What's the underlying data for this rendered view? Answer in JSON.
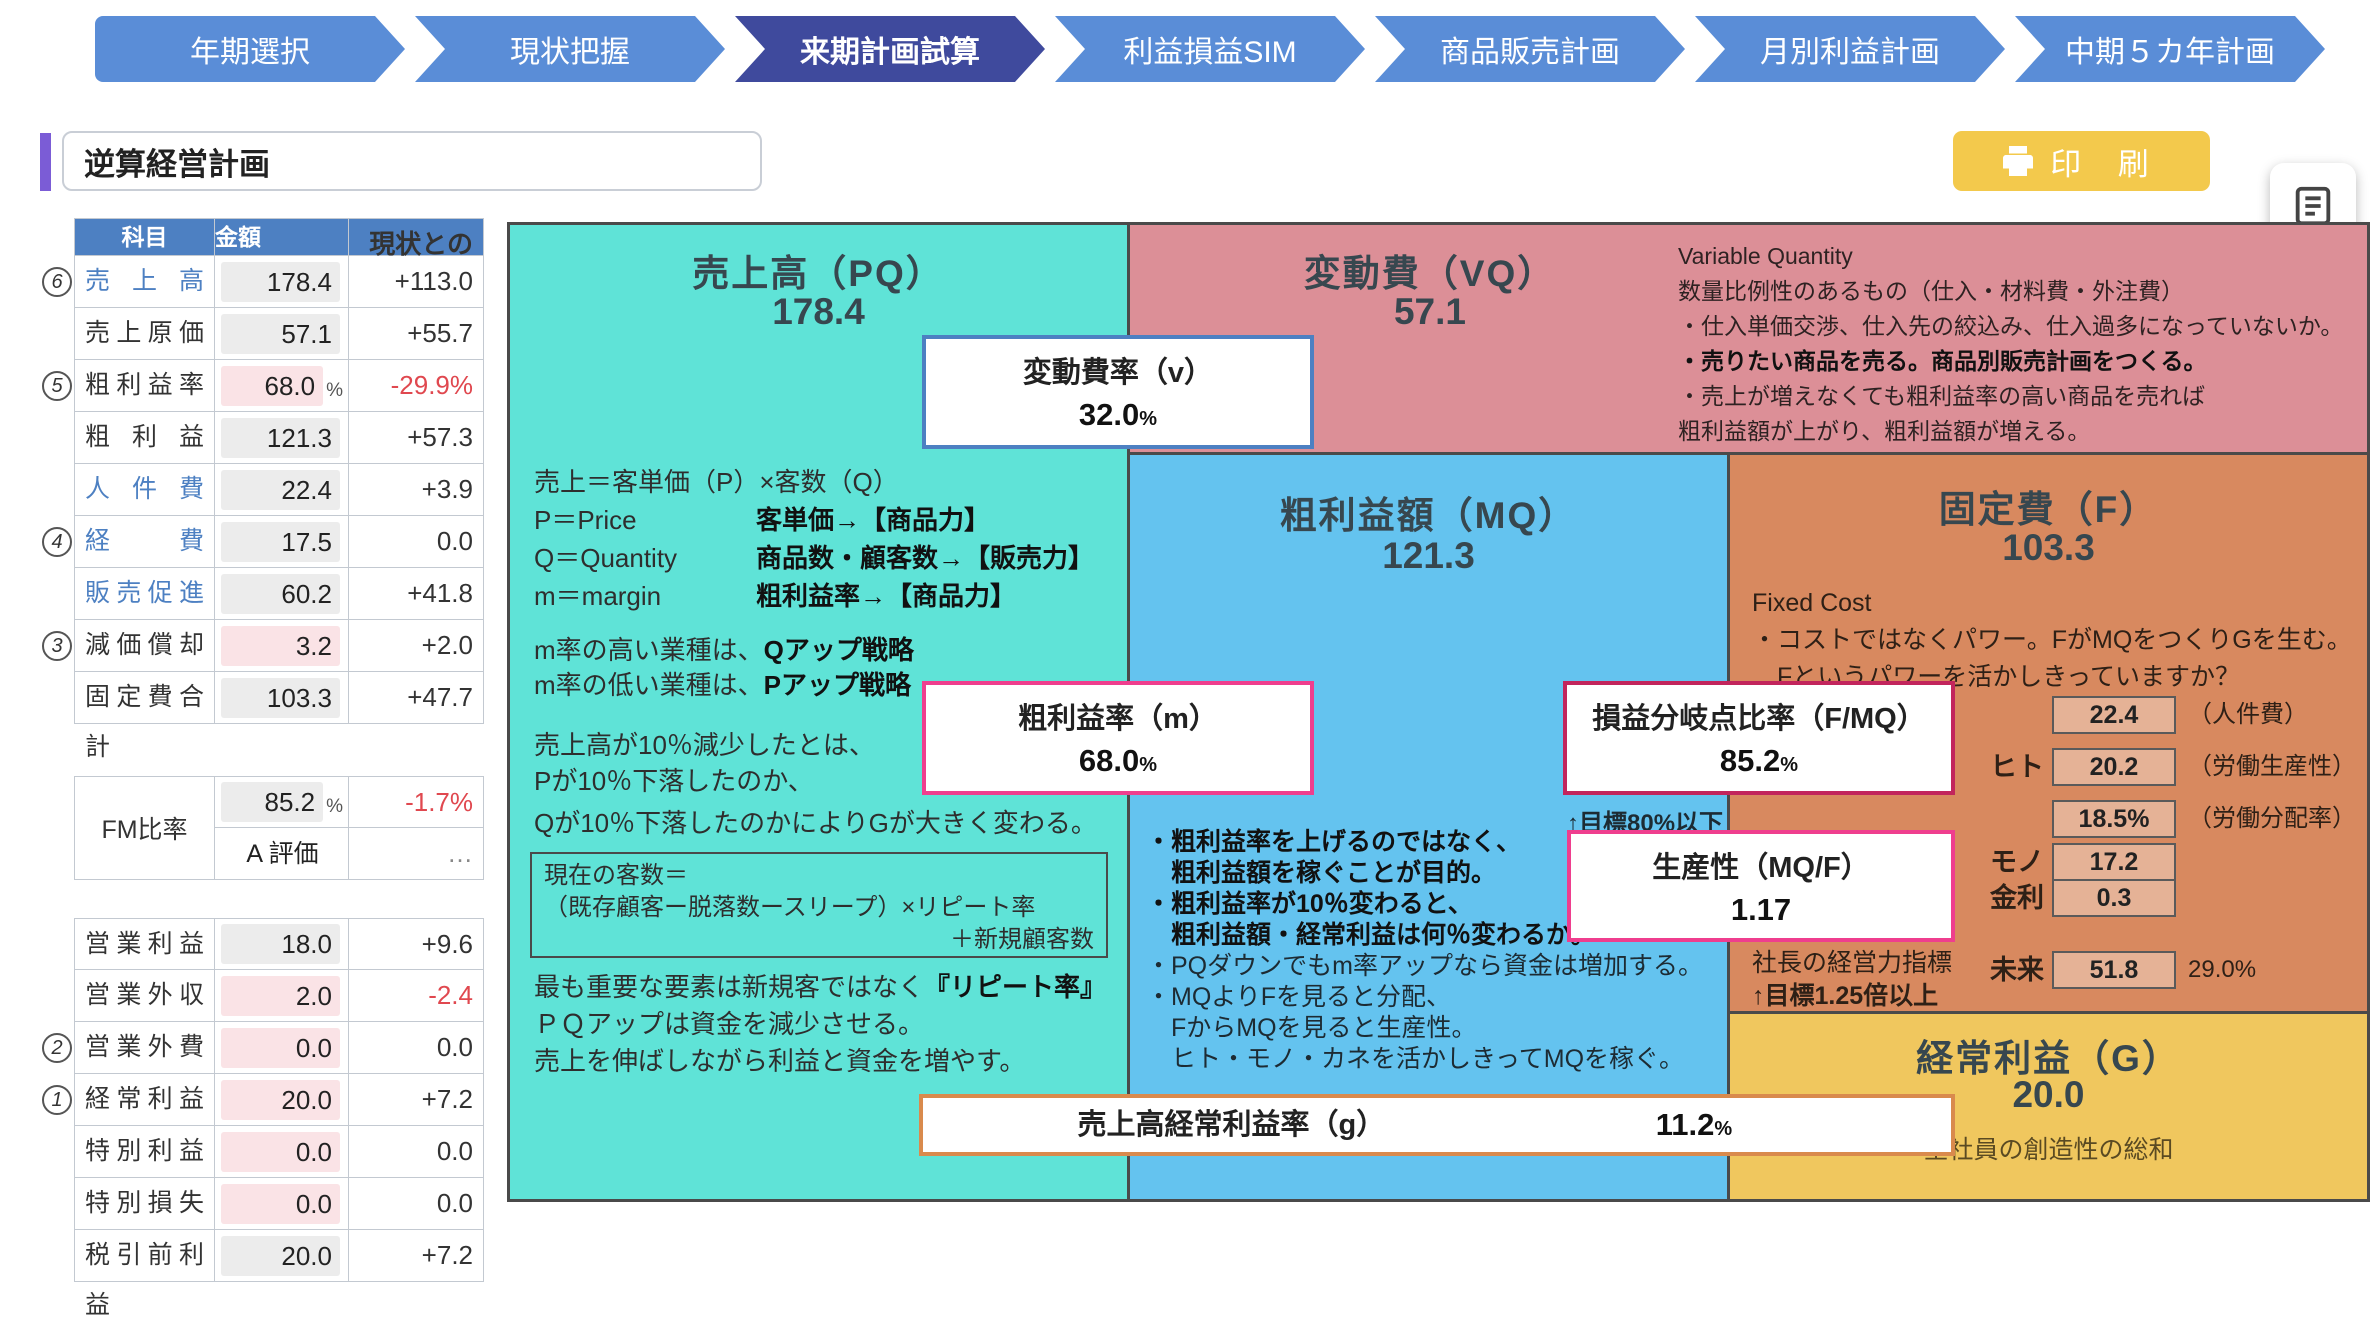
{
  "colors": {
    "nav_active": "#3f4a9d",
    "nav_inactive": "#5a8dd7",
    "header_blue": "#4d80c2",
    "pq_teal": "#5fe3d7",
    "vq_pink": "#dc8f97",
    "mq_blue": "#64c3ef",
    "f_orange": "#d8895f",
    "g_yellow": "#f0c75e",
    "print_yellow": "#f3c94c",
    "negative_red": "#e0484f",
    "accent_purple": "#7b5cd6"
  },
  "nav": {
    "tabs": [
      {
        "label": "年期選択"
      },
      {
        "label": "現状把握"
      },
      {
        "label": "来期計画試算"
      },
      {
        "label": "利益損益SIM"
      },
      {
        "label": "商品販売計画"
      },
      {
        "label": "月別利益計画"
      },
      {
        "label": "中期５カ年計画"
      }
    ]
  },
  "header": {
    "plan_title": "逆算経営計画",
    "print_label": "印 刷"
  },
  "pl_table": {
    "headers": [
      "科目",
      "金額",
      "現状との差"
    ],
    "main_rows": [
      {
        "mark": "6",
        "name": "売上高",
        "amount": "178.4",
        "suffix": "",
        "diff": "+113.0"
      },
      {
        "mark": "",
        "name": "売上原価",
        "amount": "57.1",
        "suffix": "",
        "diff": "+55.7"
      },
      {
        "mark": "5",
        "name": "粗利益率",
        "amount": "68.0",
        "suffix": "%",
        "diff": "-29.9%"
      },
      {
        "mark": "",
        "name": "粗利益",
        "amount": "121.3",
        "suffix": "",
        "diff": "+57.3"
      },
      {
        "mark": "",
        "name": "人件費",
        "amount": "22.4",
        "suffix": "",
        "diff": "+3.9"
      },
      {
        "mark": "4",
        "name": "経費",
        "amount": "17.5",
        "suffix": "",
        "diff": "0.0"
      },
      {
        "mark": "",
        "name": "販売促進費",
        "amount": "60.2",
        "suffix": "",
        "diff": "+41.8"
      },
      {
        "mark": "3",
        "name": "減価償却費",
        "amount": "3.2",
        "suffix": "",
        "diff": "+2.0"
      },
      {
        "mark": "",
        "name": "固定費合計",
        "amount": "103.3",
        "suffix": "",
        "diff": "+47.7"
      }
    ],
    "fm": {
      "label": "FM比率",
      "rate": "85.2",
      "rate_suffix": "%",
      "rate_diff": "-1.7%",
      "grade": "A 評価",
      "grade_diff": "…"
    },
    "profit_rows": [
      {
        "mark": "",
        "name": "営業利益",
        "amount": "18.0",
        "suffix": "",
        "diff": "+9.6"
      },
      {
        "mark": "",
        "name": "営業外収益",
        "amount": "2.0",
        "suffix": "",
        "diff": "-2.4"
      },
      {
        "mark": "2",
        "name": "営業外費用",
        "amount": "0.0",
        "suffix": "",
        "diff": "0.0"
      },
      {
        "mark": "1",
        "name": "経常利益",
        "amount": "20.0",
        "suffix": "",
        "diff": "+7.2"
      },
      {
        "mark": "",
        "name": "特別利益",
        "amount": "0.0",
        "suffix": "",
        "diff": "0.0"
      },
      {
        "mark": "",
        "name": "特別損失",
        "amount": "0.0",
        "suffix": "",
        "diff": "0.0"
      },
      {
        "mark": "",
        "name": "税引前利益",
        "amount": "20.0",
        "suffix": "",
        "diff": "+7.2"
      }
    ]
  },
  "chart": {
    "pq": {
      "title": "売上高（PQ）",
      "value": "178.4",
      "formula_head": "売上＝客単価（P）×客数（Q）",
      "formula": [
        {
          "left": "P＝Price",
          "right": "客単価→【商品力】"
        },
        {
          "left": "Q＝Quantity",
          "right": "商品数・顧客数→【販売力】"
        },
        {
          "left": "m＝margin",
          "right": "粗利益率→【商品力】"
        }
      ],
      "strategy": [
        {
          "left": "m率の高い業種は、",
          "right": "Qアップ戦略"
        },
        {
          "left": "m率の低い業種は、",
          "right": "Pアップ戦略"
        }
      ],
      "decline": [
        "売上高が10％減少したとは、",
        "Pが10％下落したのか、",
        "Qが10％下落したのかによりGが大きく変わる。"
      ],
      "customer_box": [
        "現在の客数＝",
        "（既存顧客ー脱落数ースリープ）×リピート率",
        "＋新規顧客数"
      ],
      "footer": [
        {
          "pre": "最も重要な要素は新規客ではなく",
          "bold": "『リピート率』"
        },
        {
          "pre": "ＰＱアップは資金を減少させる。",
          "bold": ""
        },
        {
          "pre": "売上を伸ばしながら利益と資金を増やす。",
          "bold": ""
        }
      ]
    },
    "vq": {
      "title": "変動費（VQ）",
      "value": "57.1",
      "desc": [
        "Variable Quantity",
        "数量比例性のあるもの（仕入・材料費・外注費）",
        "・仕入単価交渉、仕入先の絞込み、仕入過多になっていないか。",
        "・売りたい商品を売る。商品別販売計画をつくる。",
        "・売上が増えなくても粗利益率の高い商品を売れば",
        "粗利益額が上がり、粗利益額が増える。"
      ]
    },
    "mq": {
      "title": "粗利益額（MQ）",
      "value": "121.3",
      "bullets": [
        "・粗利益率を上げるのではなく、",
        "　粗利益額を稼ぐことが目的。",
        "・粗利益率が10％変わると、",
        "　粗利益額・経常利益は何％変わるか。",
        "・PQダウンでもm率アップなら資金は増加する。",
        "・MQよりFを見ると分配、",
        "　FからMQを見ると生産性。",
        "　ヒト・モノ・カネを活かしきってMQを稼ぐ。"
      ]
    },
    "f": {
      "title": "固定費（F）",
      "value": "103.3",
      "desc": [
        "Fixed Cost",
        "・コストではなくパワー。FがMQをつくりGを生む。",
        "　Fというパワーを活かしきっていますか？"
      ],
      "rows": [
        {
          "label": "",
          "value": "22.4",
          "note": "（人件費）"
        },
        {
          "label": "ヒト",
          "value": "20.2",
          "note": "（労働生産性）"
        },
        {
          "label": "",
          "value": "18.5%",
          "note": "（労働分配率）"
        },
        {
          "label": "モノ",
          "value": "17.2",
          "note": ""
        },
        {
          "label": "金利",
          "value": "0.3",
          "note": ""
        },
        {
          "label": "未来",
          "value": "51.8",
          "note": "29.0%"
        }
      ],
      "footer": [
        "社長の経営力指標",
        "↑目標1.25倍以上"
      ]
    },
    "g": {
      "title": "経常利益（G）",
      "value": "20.0",
      "caption": "全社員の創造性の総和"
    },
    "overlays": {
      "v": {
        "label": "変動費率（v）",
        "value": "32.0",
        "suffix": "%"
      },
      "m": {
        "label": "粗利益率（m）",
        "value": "68.0",
        "suffix": "%"
      },
      "bep": {
        "label": "損益分岐点比率（F/MQ）",
        "value": "85.2",
        "suffix": "%",
        "note": "↑目標80%以下"
      },
      "prod": {
        "label": "生産性（MQ/F）",
        "value": "1.17",
        "suffix": ""
      },
      "g_ratio": {
        "label": "売上高経常利益率（g）",
        "value": "11.2",
        "suffix": "%"
      }
    }
  }
}
